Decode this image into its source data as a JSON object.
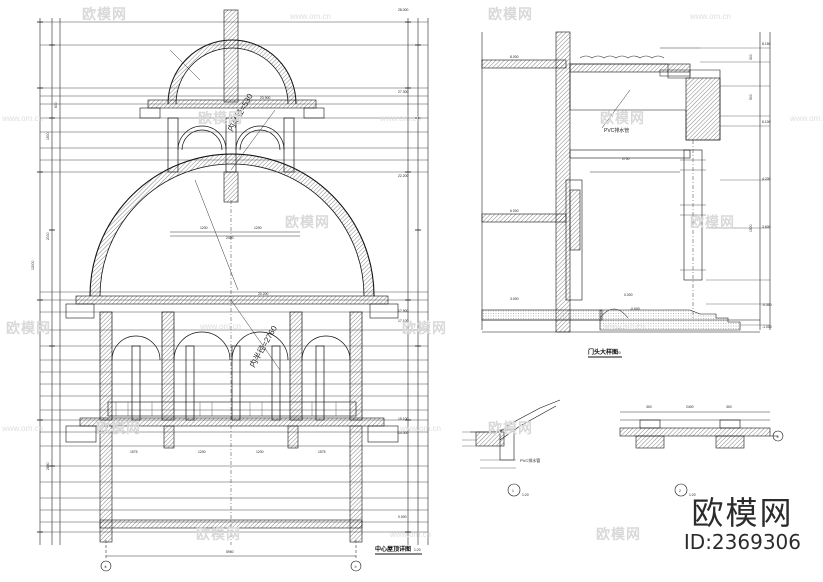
{
  "watermark": {
    "brand": "欧模网",
    "url": "www.om.cn"
  },
  "brand_logo": {
    "name": "欧模网",
    "id": "ID:2369306"
  },
  "drawing_titles": {
    "main_section": "中心屋顶详图",
    "main_scale": "1:20",
    "entrance_section": "门头大样图",
    "entrance_scale": "1:20",
    "detail_1_scale": "1:20",
    "detail_2_scale": "1:20"
  },
  "detail_markers": {
    "detail_1": "1",
    "detail_2": "2",
    "axis_left": "⑥",
    "axis_right": "⑦",
    "axis_detail": "⑨"
  },
  "annotations": {
    "radius_upper": "内半径=530",
    "radius_lower": "内半径=2760",
    "pvc_pipe": "PVC排水管",
    "pvc_pipe_detail": "PVC排水管"
  },
  "elevations_main": [
    "28.000",
    "27.300",
    "23.900",
    "22.200",
    "20.200",
    "17.900",
    "17.100",
    "15.100",
    "14.300",
    "0.000"
  ],
  "elevations_entrance": [
    "8.000",
    "8.150",
    "6.100",
    "6.000",
    "4.200",
    "3.600",
    "3.000",
    "0.000",
    "-0.300",
    "-0.600",
    "-1.000"
  ],
  "dims_main": [
    "5950",
    "1200",
    "2400",
    "1200",
    "1575",
    "1200",
    "1200",
    "1575",
    "13000",
    "2880",
    "2000",
    "1500",
    "600"
  ],
  "dims_entrance": [
    "2700",
    "1500",
    "500",
    "300"
  ],
  "dims_detail2": [
    "300",
    "2400",
    "300"
  ]
}
